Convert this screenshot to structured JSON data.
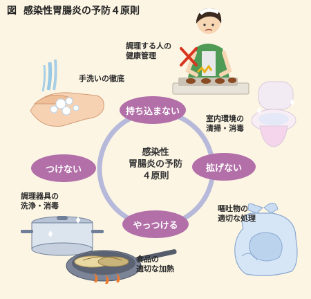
{
  "header": {
    "figure_label": "図",
    "title": "感染性胃腸炎の予防４原則"
  },
  "center": {
    "line1": "感染性",
    "line2": "胃腸炎の予防",
    "line3": "４原則"
  },
  "principles": {
    "top": "持ち込まない",
    "right": "拡げない",
    "bottom": "やっつける",
    "left": "つけない"
  },
  "labels": {
    "health": [
      "調理する人の",
      "健康管理"
    ],
    "handwash": "手洗いの徹底",
    "indoor": [
      "室内環境の",
      "清掃・消毒"
    ],
    "vomit": [
      "嘔吐物の",
      "適切な処理"
    ],
    "utensils": [
      "調理器具の",
      "洗浄・消毒"
    ],
    "food": [
      "食品の",
      "適切な加熱"
    ]
  },
  "colors": {
    "background": "#fcf5e4",
    "bubble": "#b26fa8",
    "ring": "#b7b9da"
  },
  "icons": [
    "cook-icon",
    "handwash-icon",
    "toilet-icon",
    "trash-bag-icon",
    "pot-icon",
    "frying-pan-icon"
  ]
}
